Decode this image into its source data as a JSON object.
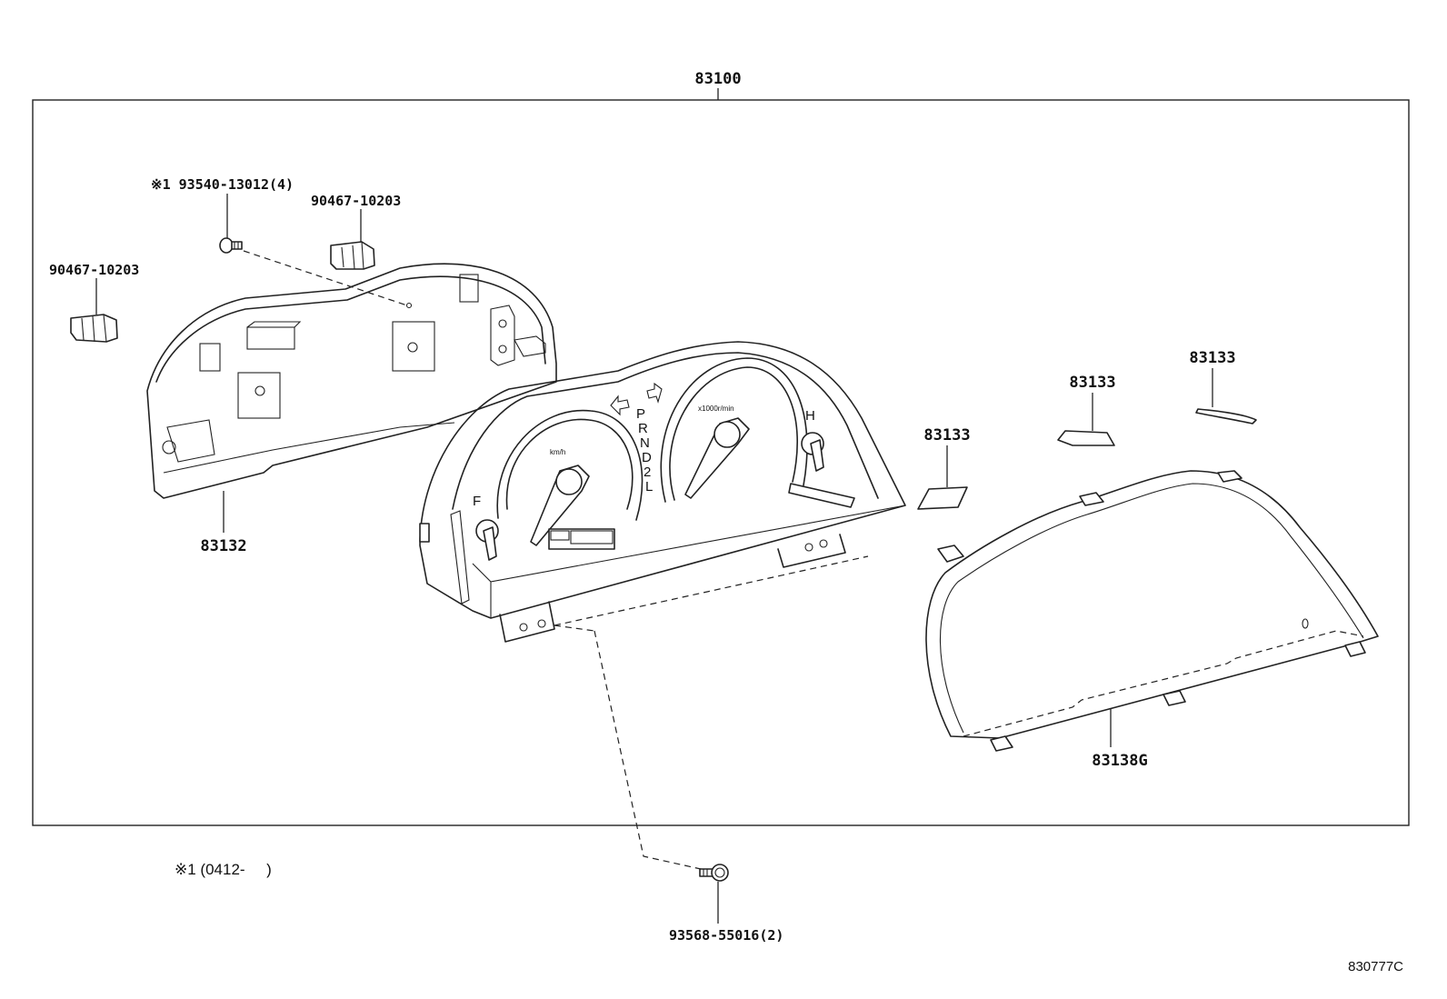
{
  "labels": {
    "assembly": "83100",
    "screw_top": "※1 93540-13012(4)",
    "clip_right": "90467-10203",
    "clip_left": "90467-10203",
    "case_back": "83132",
    "plate_1": "83133",
    "plate_2": "83133",
    "plate_3": "83133",
    "lens": "83138G",
    "screw_bottom": "93568-55016(2)"
  },
  "note": "※1 (0412-     )",
  "figure_code": "830777C",
  "gauge_text": {
    "speed_unit": "km/h",
    "tach_unit": "x1000r/min",
    "fuel_f": "F",
    "temp_h": "H",
    "gear": [
      "P",
      "R",
      "N",
      "D",
      "2",
      "L"
    ]
  }
}
